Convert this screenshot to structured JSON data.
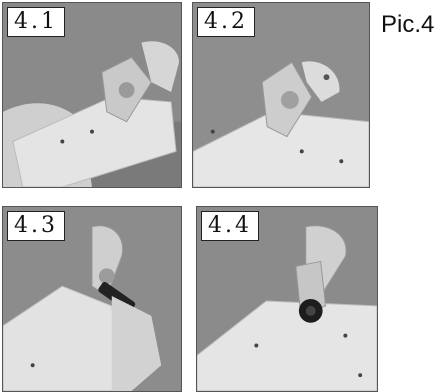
{
  "figure": {
    "title": "Pic.4",
    "steps": [
      {
        "label": "4.1"
      },
      {
        "label": "4.2"
      },
      {
        "label": "4.3"
      },
      {
        "label": "4.4"
      }
    ]
  }
}
